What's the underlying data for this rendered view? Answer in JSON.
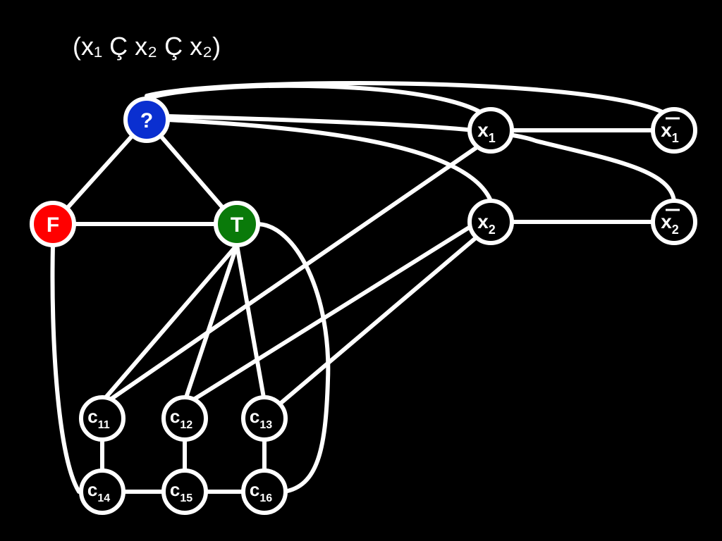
{
  "title": {
    "text": "(x₁ Ç x₂ Ç x₂)"
  },
  "colors": {
    "background": "#000000",
    "stroke": "#ffffff",
    "unknown_fill": "#0a2fd0",
    "false_fill": "#ff0000",
    "true_fill": "#0a7a0a"
  },
  "nodes": {
    "q": {
      "label": "?"
    },
    "f": {
      "label": "F"
    },
    "t": {
      "label": "T"
    },
    "x1": {
      "label": "x",
      "sub": "1"
    },
    "nx1": {
      "label": "x",
      "sub": "1",
      "overline": true
    },
    "x2": {
      "label": "x",
      "sub": "2"
    },
    "nx2": {
      "label": "x",
      "sub": "2",
      "overline": true
    },
    "c11": {
      "label": "c",
      "sub": "11"
    },
    "c12": {
      "label": "c",
      "sub": "12"
    },
    "c13": {
      "label": "c",
      "sub": "13"
    },
    "c14": {
      "label": "c",
      "sub": "14"
    },
    "c15": {
      "label": "c",
      "sub": "15"
    },
    "c16": {
      "label": "c",
      "sub": "16"
    }
  }
}
